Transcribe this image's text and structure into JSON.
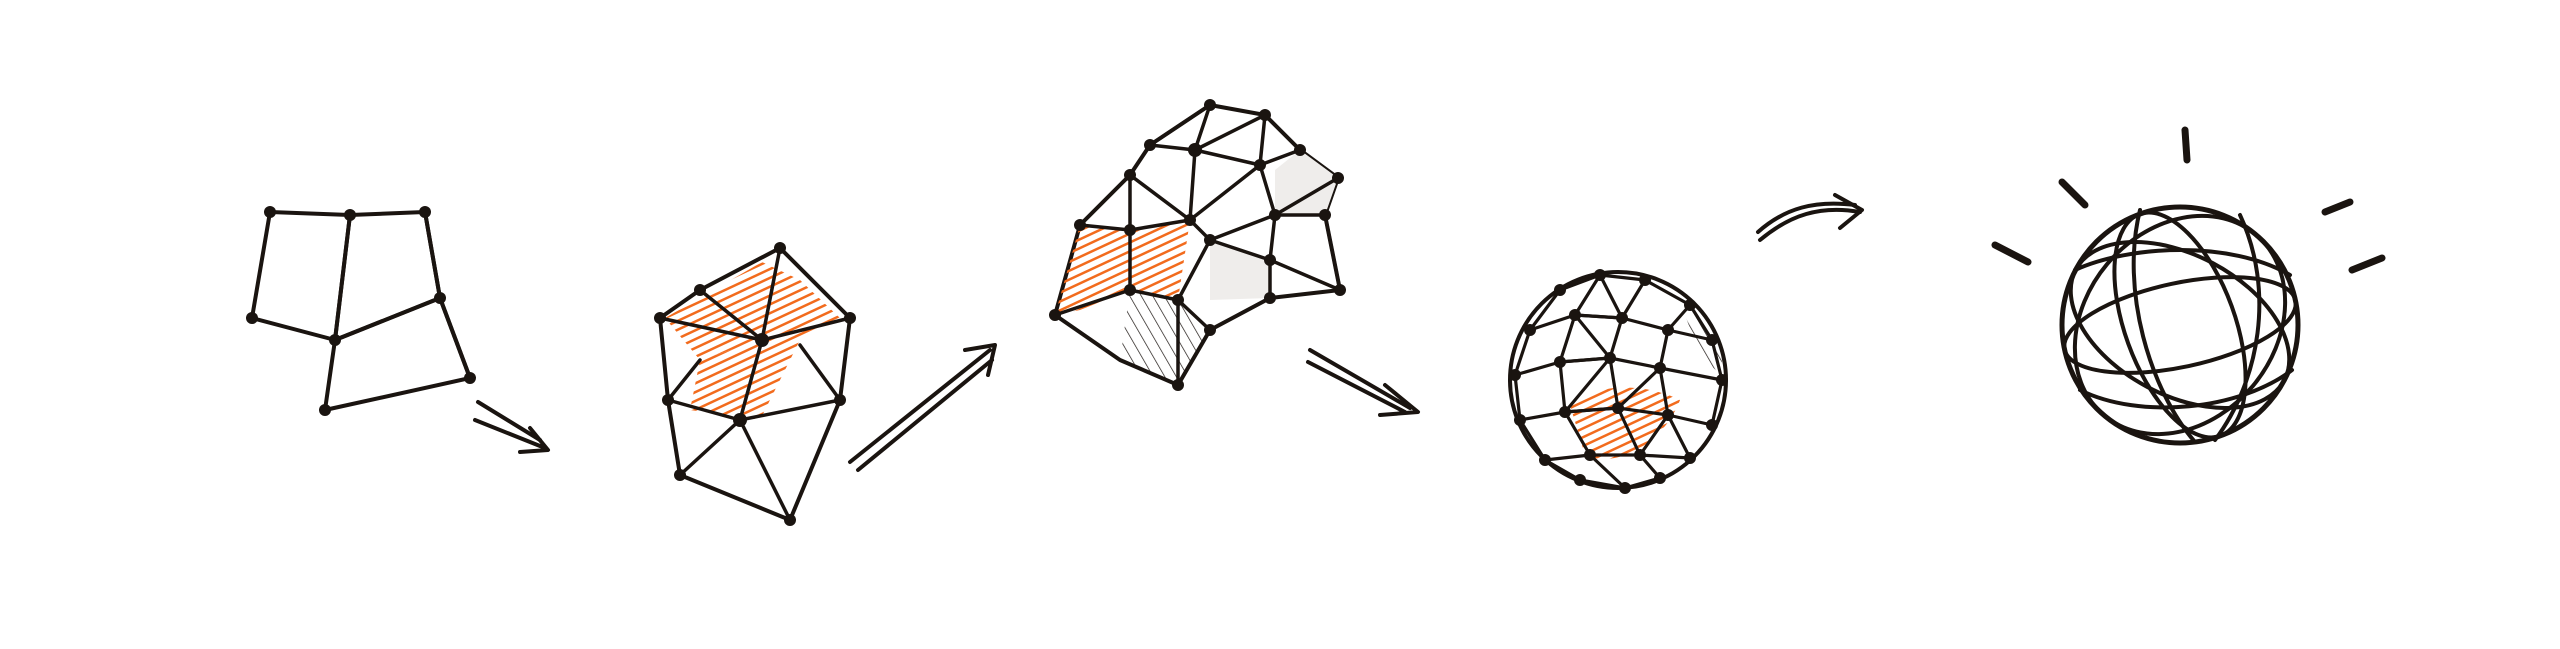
{
  "scene": {
    "description_free": true,
    "stages": [
      {
        "name": "stage-1-two-patches"
      },
      {
        "name": "stage-2-small-polyhedron"
      },
      {
        "name": "stage-3-larger-mesh"
      },
      {
        "name": "stage-4-geodesic-sphere"
      },
      {
        "name": "stage-5-glowing-sphere"
      }
    ],
    "colors": {
      "ink": "#1a1410",
      "accent": "#f26b1d",
      "background": "#ffffff",
      "shade": "#eeecea"
    }
  }
}
